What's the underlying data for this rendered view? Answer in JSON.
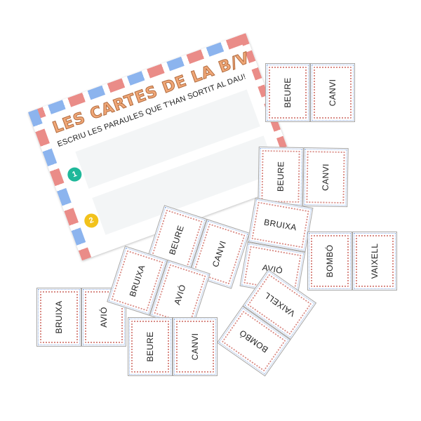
{
  "worksheet": {
    "title": "LES CARTES DE LA B/V",
    "subtitle": "ESCRIU LES PARAULES QUE T'HAN SORTIT AL DAU!",
    "rows": [
      {
        "number": "1",
        "color": "#1fb89a"
      },
      {
        "number": "2",
        "color": "#f2c21b"
      }
    ]
  },
  "cards": [
    {
      "words": [
        "BEURE",
        "CANVI"
      ]
    },
    {
      "words": [
        "BEURE",
        "CANVI"
      ]
    },
    {
      "words": [
        "BEURE",
        "CANVI"
      ]
    },
    {
      "words": [
        "BRUIXA",
        "AVIÓ"
      ]
    },
    {
      "words": [
        "BOMBÓ",
        "VAIXELL"
      ]
    },
    {
      "words": [
        "BRUIXA",
        "AVIÓ"
      ]
    },
    {
      "words": [
        "BRUIXA",
        "AVIÓ"
      ]
    },
    {
      "words": [
        "BEURE",
        "CANVI"
      ]
    },
    {
      "words": [
        "BOMBÓ",
        "VAIXELL"
      ]
    }
  ],
  "colors": {
    "card_red_dots": "#d98b85",
    "card_blue_dots": "#8fb0e6",
    "title_orange": "#f0a777"
  }
}
